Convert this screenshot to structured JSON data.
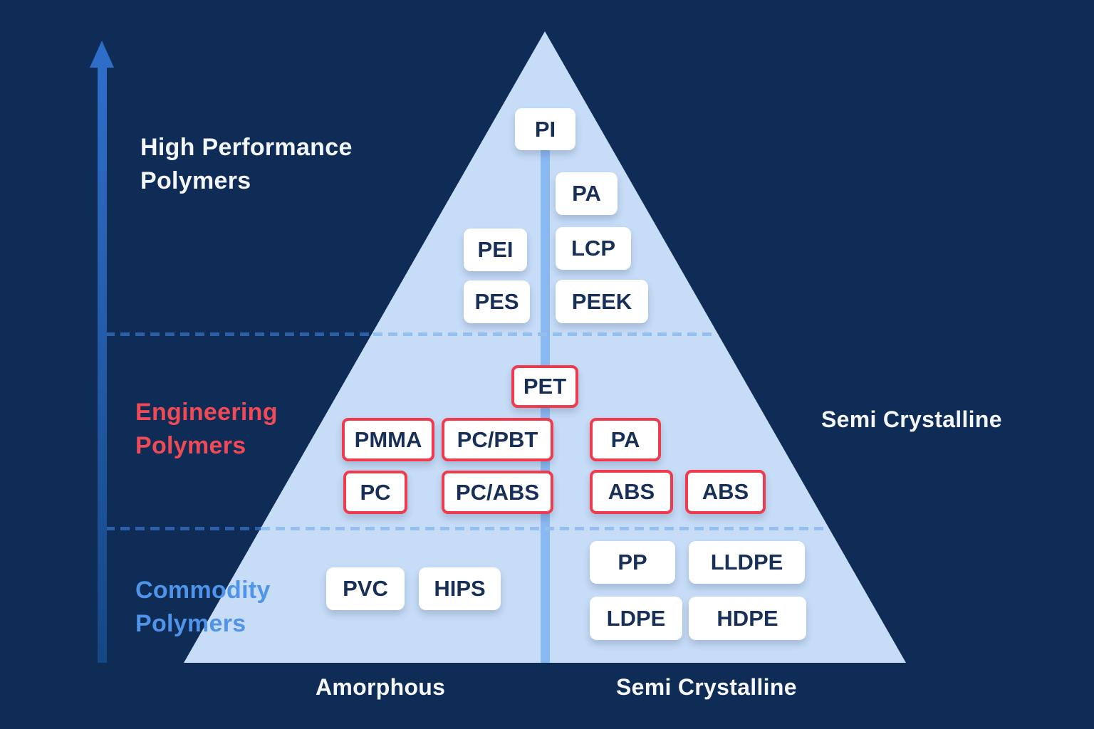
{
  "diagram": {
    "type": "polymer-performance-pyramid",
    "tier_labels": [
      {
        "id": "high-performance",
        "line1": "High Performance",
        "line2": "Polymers",
        "color": "#f3f6fb"
      },
      {
        "id": "engineering",
        "line1": "Engineering",
        "line2": "Polymers",
        "color": "#f04a56"
      },
      {
        "id": "commodity",
        "line1": "Commodity",
        "line2": "Polymers",
        "color": "#4f94e8"
      }
    ],
    "right_label": "Semi Crystalline",
    "bottom_labels": {
      "left": "Amorphous",
      "right": "Semi Crystalline"
    },
    "chips": [
      {
        "label": "PI",
        "tier": "high-performance",
        "column": "center",
        "highlighted": false
      },
      {
        "label": "PA",
        "tier": "high-performance",
        "column": "semi-crystalline",
        "highlighted": false
      },
      {
        "label": "PEI",
        "tier": "high-performance",
        "column": "amorphous",
        "highlighted": false
      },
      {
        "label": "LCP",
        "tier": "high-performance",
        "column": "semi-crystalline",
        "highlighted": false
      },
      {
        "label": "PES",
        "tier": "high-performance",
        "column": "amorphous",
        "highlighted": false
      },
      {
        "label": "PEEK",
        "tier": "high-performance",
        "column": "semi-crystalline",
        "highlighted": false
      },
      {
        "label": "PET",
        "tier": "engineering",
        "column": "center",
        "highlighted": true
      },
      {
        "label": "PMMA",
        "tier": "engineering",
        "column": "amorphous",
        "highlighted": true
      },
      {
        "label": "PC/PBT",
        "tier": "engineering",
        "column": "amorphous",
        "highlighted": true
      },
      {
        "label": "PA",
        "tier": "engineering",
        "column": "semi-crystalline",
        "highlighted": true
      },
      {
        "label": "PC",
        "tier": "engineering",
        "column": "amorphous",
        "highlighted": true
      },
      {
        "label": "PC/ABS",
        "tier": "engineering",
        "column": "amorphous",
        "highlighted": true
      },
      {
        "label": "ABS",
        "tier": "engineering",
        "column": "semi-crystalline",
        "highlighted": true
      },
      {
        "label": "ABS",
        "tier": "engineering",
        "column": "semi-crystalline",
        "highlighted": true
      },
      {
        "label": "PVC",
        "tier": "commodity",
        "column": "amorphous",
        "highlighted": false
      },
      {
        "label": "HIPS",
        "tier": "commodity",
        "column": "amorphous",
        "highlighted": false
      },
      {
        "label": "PP",
        "tier": "commodity",
        "column": "semi-crystalline",
        "highlighted": false
      },
      {
        "label": "LLDPE",
        "tier": "commodity",
        "column": "semi-crystalline",
        "highlighted": false
      },
      {
        "label": "LDPE",
        "tier": "commodity",
        "column": "semi-crystalline",
        "highlighted": false
      },
      {
        "label": "HDPE",
        "tier": "commodity",
        "column": "semi-crystalline",
        "highlighted": false
      }
    ],
    "colors": {
      "background": "#0e2c55",
      "pyramid": "#c6dcf7",
      "chip_text": "#182f58",
      "chip_highlight_border": "#ef3b4d",
      "divider_dark": "#2c5fa6",
      "divider_light": "#95bfee",
      "axis_arrow": "#2e6ec9",
      "center_line": "#8ab8f0"
    }
  }
}
